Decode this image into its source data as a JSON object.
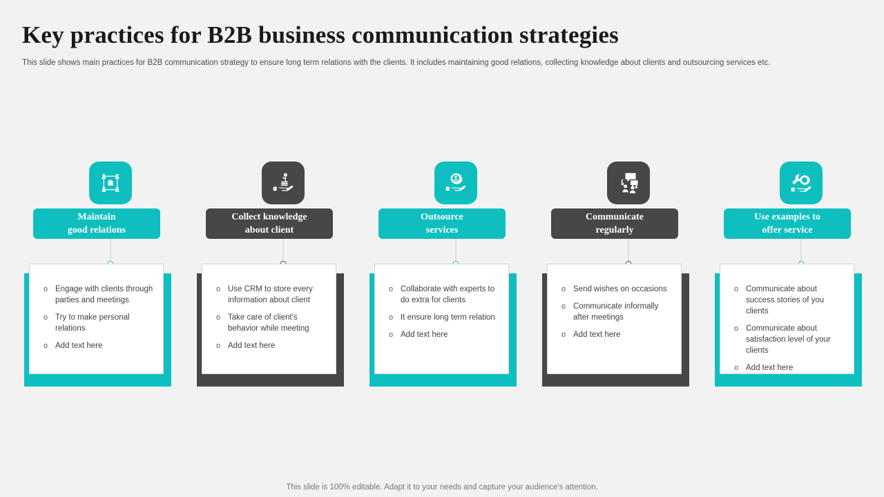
{
  "slide": {
    "title": "Key practices for B2B business communication  strategies",
    "subtitle": "This slide shows main practices for B2B communication strategy to ensure long term relations with the clients. It includes maintaining good relations, collecting knowledge about clients and outsourcing services etc.",
    "footer": "This slide is 100% editable. Adapt it to your needs and capture your audience's attention."
  },
  "colors": {
    "teal": "#0fbfbf",
    "dark": "#474747",
    "background": "#f2f2f2",
    "card": "#ffffff",
    "title_text": "#1a1a1a",
    "body_text": "#3f3f3f"
  },
  "columns": [
    {
      "accent": "#0fbfbf",
      "icon": "network-people-briefcase-icon",
      "title_line1": "Maintain",
      "title_line2": "good relations",
      "bullets": [
        "Engage with clients through parties and meetings",
        "Try to make personal relations",
        "Add text here"
      ]
    },
    {
      "accent": "#474747",
      "icon": "hand-coins-growth-icon",
      "title_line1": "Collect knowledge",
      "title_line2": "about client",
      "bullets": [
        "Use CRM to store every information about client",
        "Take care of client's behavior while meeting",
        "Add text here"
      ]
    },
    {
      "accent": "#0fbfbf",
      "icon": "hand-gear-person-icon",
      "title_line1": "Outsource",
      "title_line2": "services",
      "bullets": [
        "Collaborate with experts to do extra for clients",
        "It ensure long term relation",
        "Add text here"
      ]
    },
    {
      "accent": "#474747",
      "icon": "people-speech-bubbles-icon",
      "title_line1": "Communicate",
      "title_line2": "regularly",
      "bullets": [
        "Send wishes on occasions",
        "Communicate informally after meetings",
        "Add text here"
      ]
    },
    {
      "accent": "#0fbfbf",
      "icon": "hand-wrench-gear-icon",
      "title_line1": "Use examples to",
      "title_line2": "offer service",
      "bullets": [
        "Communicate about success stories of you clients",
        "Communicate about satisfaction level of your clients",
        "Add text here"
      ]
    }
  ]
}
